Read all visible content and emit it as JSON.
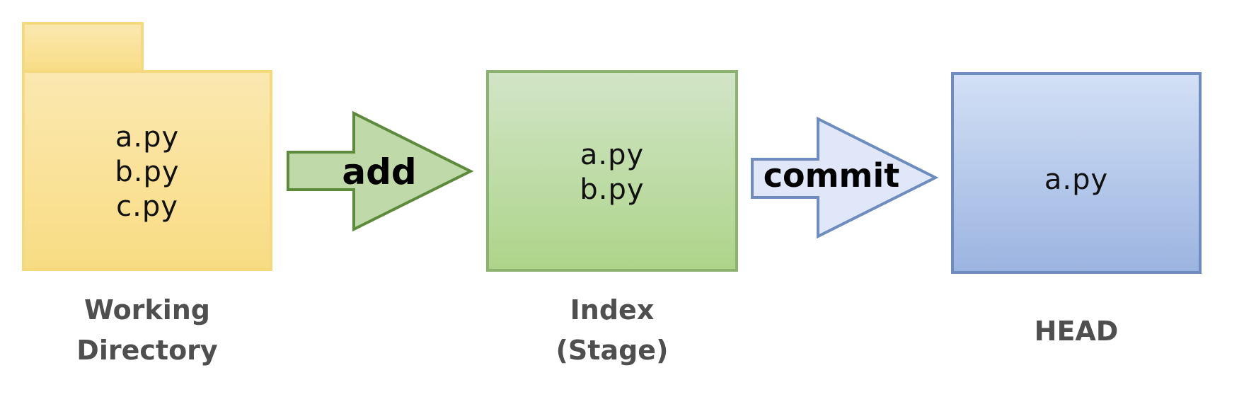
{
  "colors": {
    "working_fill_top": "#fbe8b0",
    "working_fill_bottom": "#f8dc83",
    "working_stroke": "#f6d97c",
    "index_fill_top": "#d2e5c8",
    "index_fill_bottom": "#add489",
    "index_stroke": "#8bb26f",
    "head_fill_top": "#d3e0f6",
    "head_fill_bottom": "#9bb4e0",
    "head_stroke": "#6f8cbf",
    "add_arrow_fill": "#c0d9a8",
    "add_arrow_stroke": "#5e8a3c",
    "commit_arrow_fill": "#dfe7f8",
    "commit_arrow_stroke": "#6f8cbf",
    "caption_text": "#4f4f4f"
  },
  "working_directory": {
    "files": [
      "a.py",
      "b.py",
      "c.py"
    ],
    "caption": [
      "Working",
      "Directory"
    ]
  },
  "index": {
    "files": [
      "a.py",
      "b.py"
    ],
    "caption": [
      "Index",
      "(Stage)"
    ]
  },
  "head": {
    "files": [
      "a.py"
    ],
    "caption": [
      "HEAD"
    ]
  },
  "arrows": {
    "add": "add",
    "commit": "commit"
  }
}
